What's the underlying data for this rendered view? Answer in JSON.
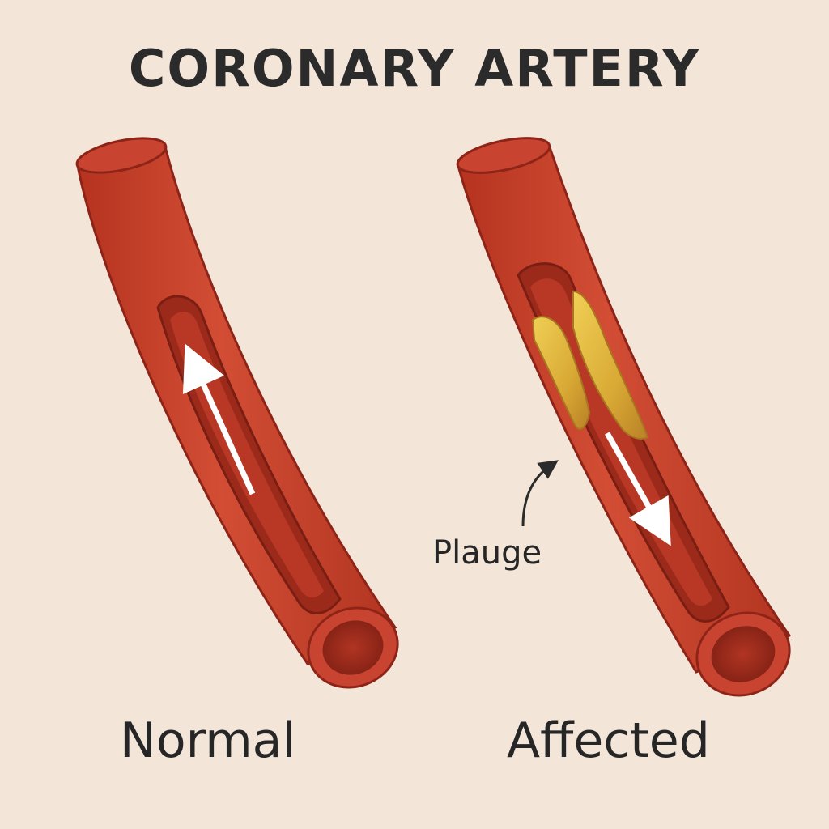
{
  "title": "CORONARY ARTERY",
  "panels": {
    "normal": {
      "label": "Normal"
    },
    "affected": {
      "label": "Affected",
      "annotation": "Plauge"
    }
  },
  "colors": {
    "background": "#f3e6d9",
    "artery_outer": "#c6402c",
    "artery_dark": "#8e2418",
    "lumen": "#a7301f",
    "plaque": "#e4b93a",
    "plaque_dark": "#c8922a",
    "arrow": "#ffffff",
    "text": "#262626"
  }
}
